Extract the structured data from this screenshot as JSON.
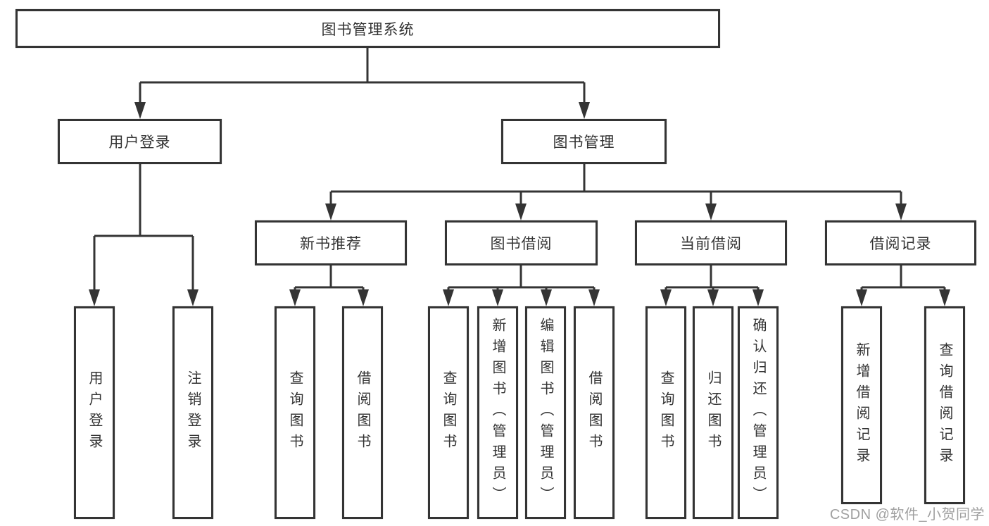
{
  "diagram": {
    "title": "图书管理系统",
    "root": {
      "label": "图书管理系统"
    },
    "branches": [
      {
        "label": "用户登录",
        "children": [
          {
            "label": "用户登录"
          },
          {
            "label": "注销登录"
          }
        ]
      },
      {
        "label": "图书管理",
        "children": [
          {
            "label": "新书推荐",
            "children": [
              {
                "label": "查询图书"
              },
              {
                "label": "借阅图书"
              }
            ]
          },
          {
            "label": "图书借阅",
            "children": [
              {
                "label": "查询图书"
              },
              {
                "label": "新增图书（管理员）"
              },
              {
                "label": "编辑图书（管理员）"
              },
              {
                "label": "借阅图书"
              }
            ]
          },
          {
            "label": "当前借阅",
            "children": [
              {
                "label": "查询图书"
              },
              {
                "label": "归还图书"
              },
              {
                "label": "确认归还（管理员）"
              }
            ]
          },
          {
            "label": "借阅记录",
            "children": [
              {
                "label": "新增借阅记录"
              },
              {
                "label": "查询借阅记录"
              }
            ]
          }
        ]
      }
    ],
    "colors": {
      "line": "#343434",
      "box_border": "#343434",
      "text": "#333333",
      "background": "#ffffff",
      "watermark": "#a0a0a0"
    }
  },
  "watermark": {
    "text": "CSDN @软件_小贺同学"
  }
}
